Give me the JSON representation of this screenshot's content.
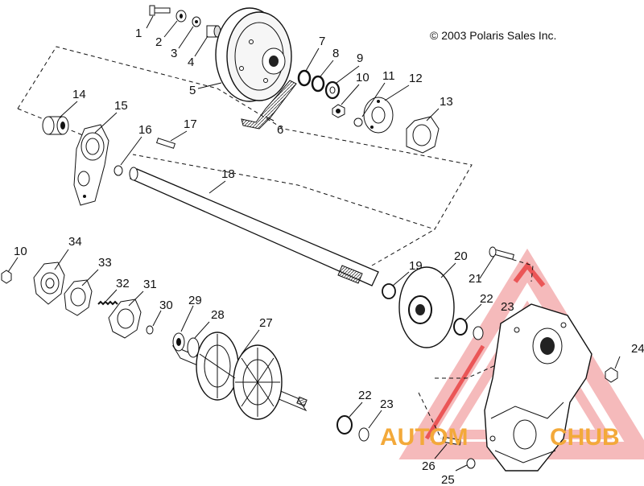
{
  "copyright": "© 2003 Polaris Sales Inc.",
  "watermark": {
    "brand_left": "AUTOM",
    "brand_right": "CHUB",
    "colors": {
      "red": "#e8393a",
      "orange": "#f3a93a",
      "pink": "#f4aeb0"
    }
  },
  "callouts": [
    "1",
    "2",
    "3",
    "4",
    "5",
    "6",
    "7",
    "8",
    "9",
    "10",
    "11",
    "12",
    "13",
    "14",
    "15",
    "16",
    "17",
    "18",
    "10",
    "34",
    "33",
    "32",
    "31",
    "30",
    "29",
    "28",
    "27",
    "19",
    "20",
    "21",
    "22",
    "23",
    "24",
    "22",
    "23",
    "26",
    "25"
  ]
}
